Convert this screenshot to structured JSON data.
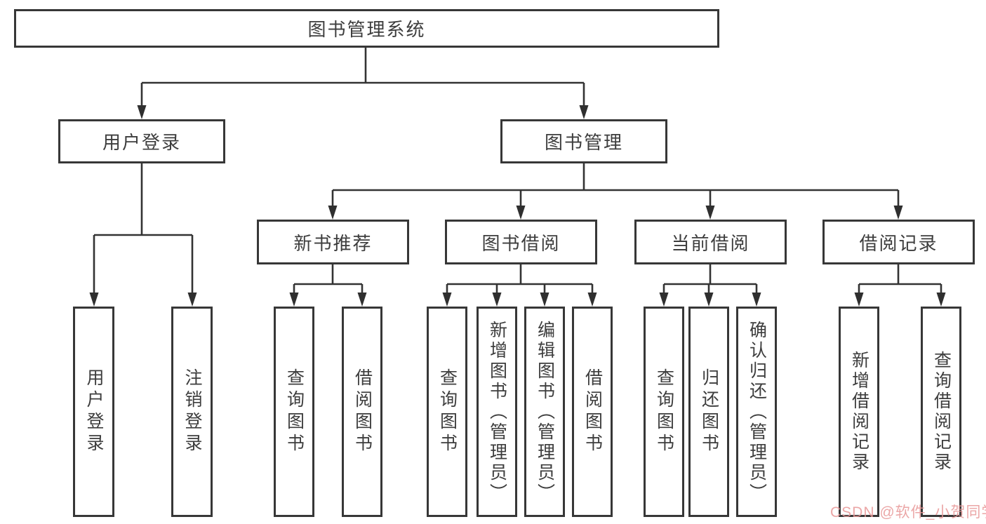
{
  "colors": {
    "line": "#333333",
    "border": "#373737",
    "text": "#3d3d3d",
    "watermark": "#e89696",
    "background": "#ffffff"
  },
  "nodes": {
    "root": "图书管理系统",
    "login": "用户登录",
    "mgmt": "图书管理",
    "new_book": "新书推荐",
    "book_borrow": "图书借阅",
    "current_borrow": "当前借阅",
    "borrow_record": "借阅记录",
    "leaf_user_login": "用户登录",
    "leaf_logout": "注销登录",
    "leaf_nb_query": "查询图书",
    "leaf_nb_borrow": "借阅图书",
    "leaf_bw_query": "查询图书",
    "leaf_bw_add": "新增图书（管理员）",
    "leaf_bw_edit": "编辑图书（管理员）",
    "leaf_bw_borrow": "借阅图书",
    "leaf_cu_query": "查询图书",
    "leaf_cu_return": "归还图书",
    "leaf_cu_confirm": "确认归还（管理员）",
    "leaf_re_add": "新增借阅记录",
    "leaf_re_query": "查询借阅记录"
  },
  "watermark": "CSDN @软件_小贺同学"
}
